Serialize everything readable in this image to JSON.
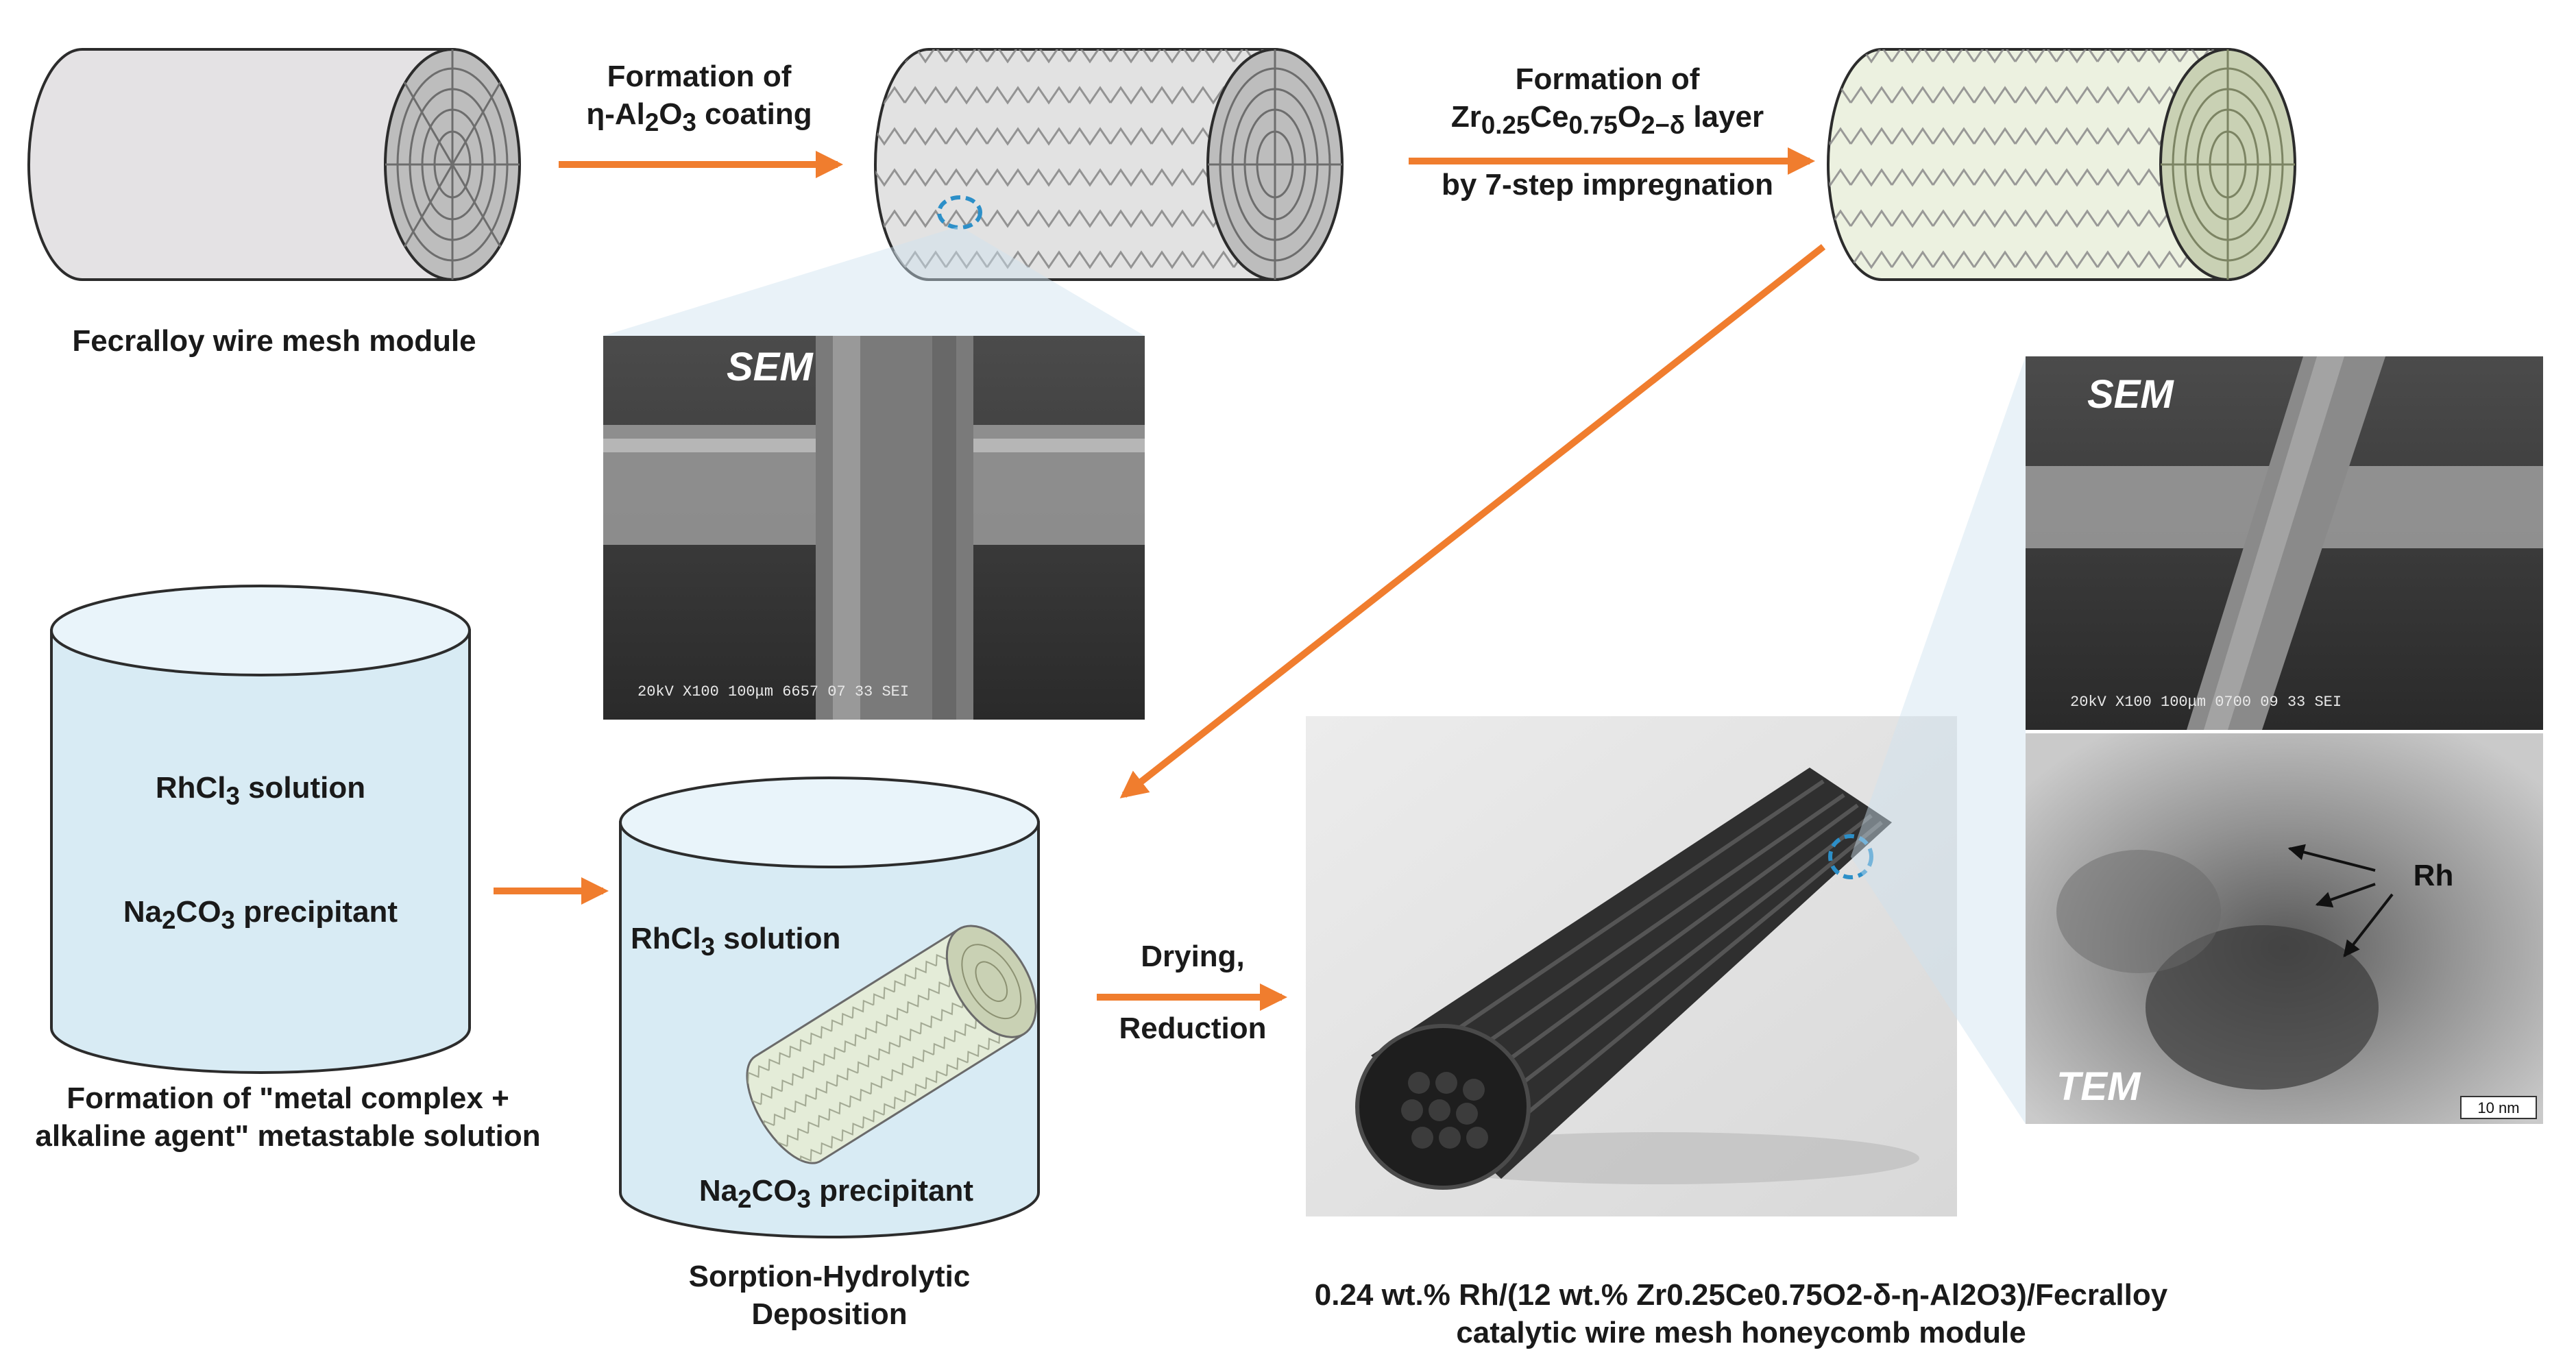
{
  "labels": {
    "module": "Fecralloy wire mesh module",
    "step1_l1": "Formation of",
    "step1_l2_a": "η-Al",
    "step1_l2_sub": "2",
    "step1_l2_b": "O",
    "step1_l2_sub2": "3",
    "step1_l2_c": " coating",
    "step2_l1": "Formation of",
    "step2_l2_a": "Zr",
    "step2_l2_sub1": "0.25",
    "step2_l2_b": "Ce",
    "step2_l2_sub2": "0.75",
    "step2_l2_c": "O",
    "step2_l2_sub3": "2−δ",
    "step2_l2_d": " layer",
    "step2_l3": "by 7-step impregnation",
    "rhcl_a": "RhCl",
    "rhcl_sub": "3",
    "rhcl_b": " solution",
    "na_a": "Na",
    "na_sub": "2",
    "na_b": "CO",
    "na_sub2": "3",
    "na_c": " precipitant",
    "metastable_l1": "Formation of \"metal complex +",
    "metastable_l2": "alkaline agent\" metastable solution",
    "drying": "Drying,",
    "reduction": "Reduction",
    "shd_l1": "Sorption-Hydrolytic",
    "shd_l2": "Deposition",
    "final_l1": "0.24 wt.% Rh/(12 wt.% Zr0.25Ce0.75O2-δ-η-Al2O3)/Fecralloy",
    "final_l2": "catalytic wire mesh honeycomb module",
    "sem": "SEM",
    "tem": "TEM",
    "rh": "Rh",
    "sem1_bar": "20kV    X100  100μm  6657 07 33 SEI",
    "sem2_bar": "20kV    X100  100μm  0700 09 33 SEI",
    "tem_scale": "10 nm"
  },
  "colors": {
    "arrow": "#f07d2e",
    "mesh_body": "#e4e2e4",
    "coated_body": "#ecf1e0",
    "solution": "#d8ebf4",
    "highlight": "#2c8fc8"
  }
}
